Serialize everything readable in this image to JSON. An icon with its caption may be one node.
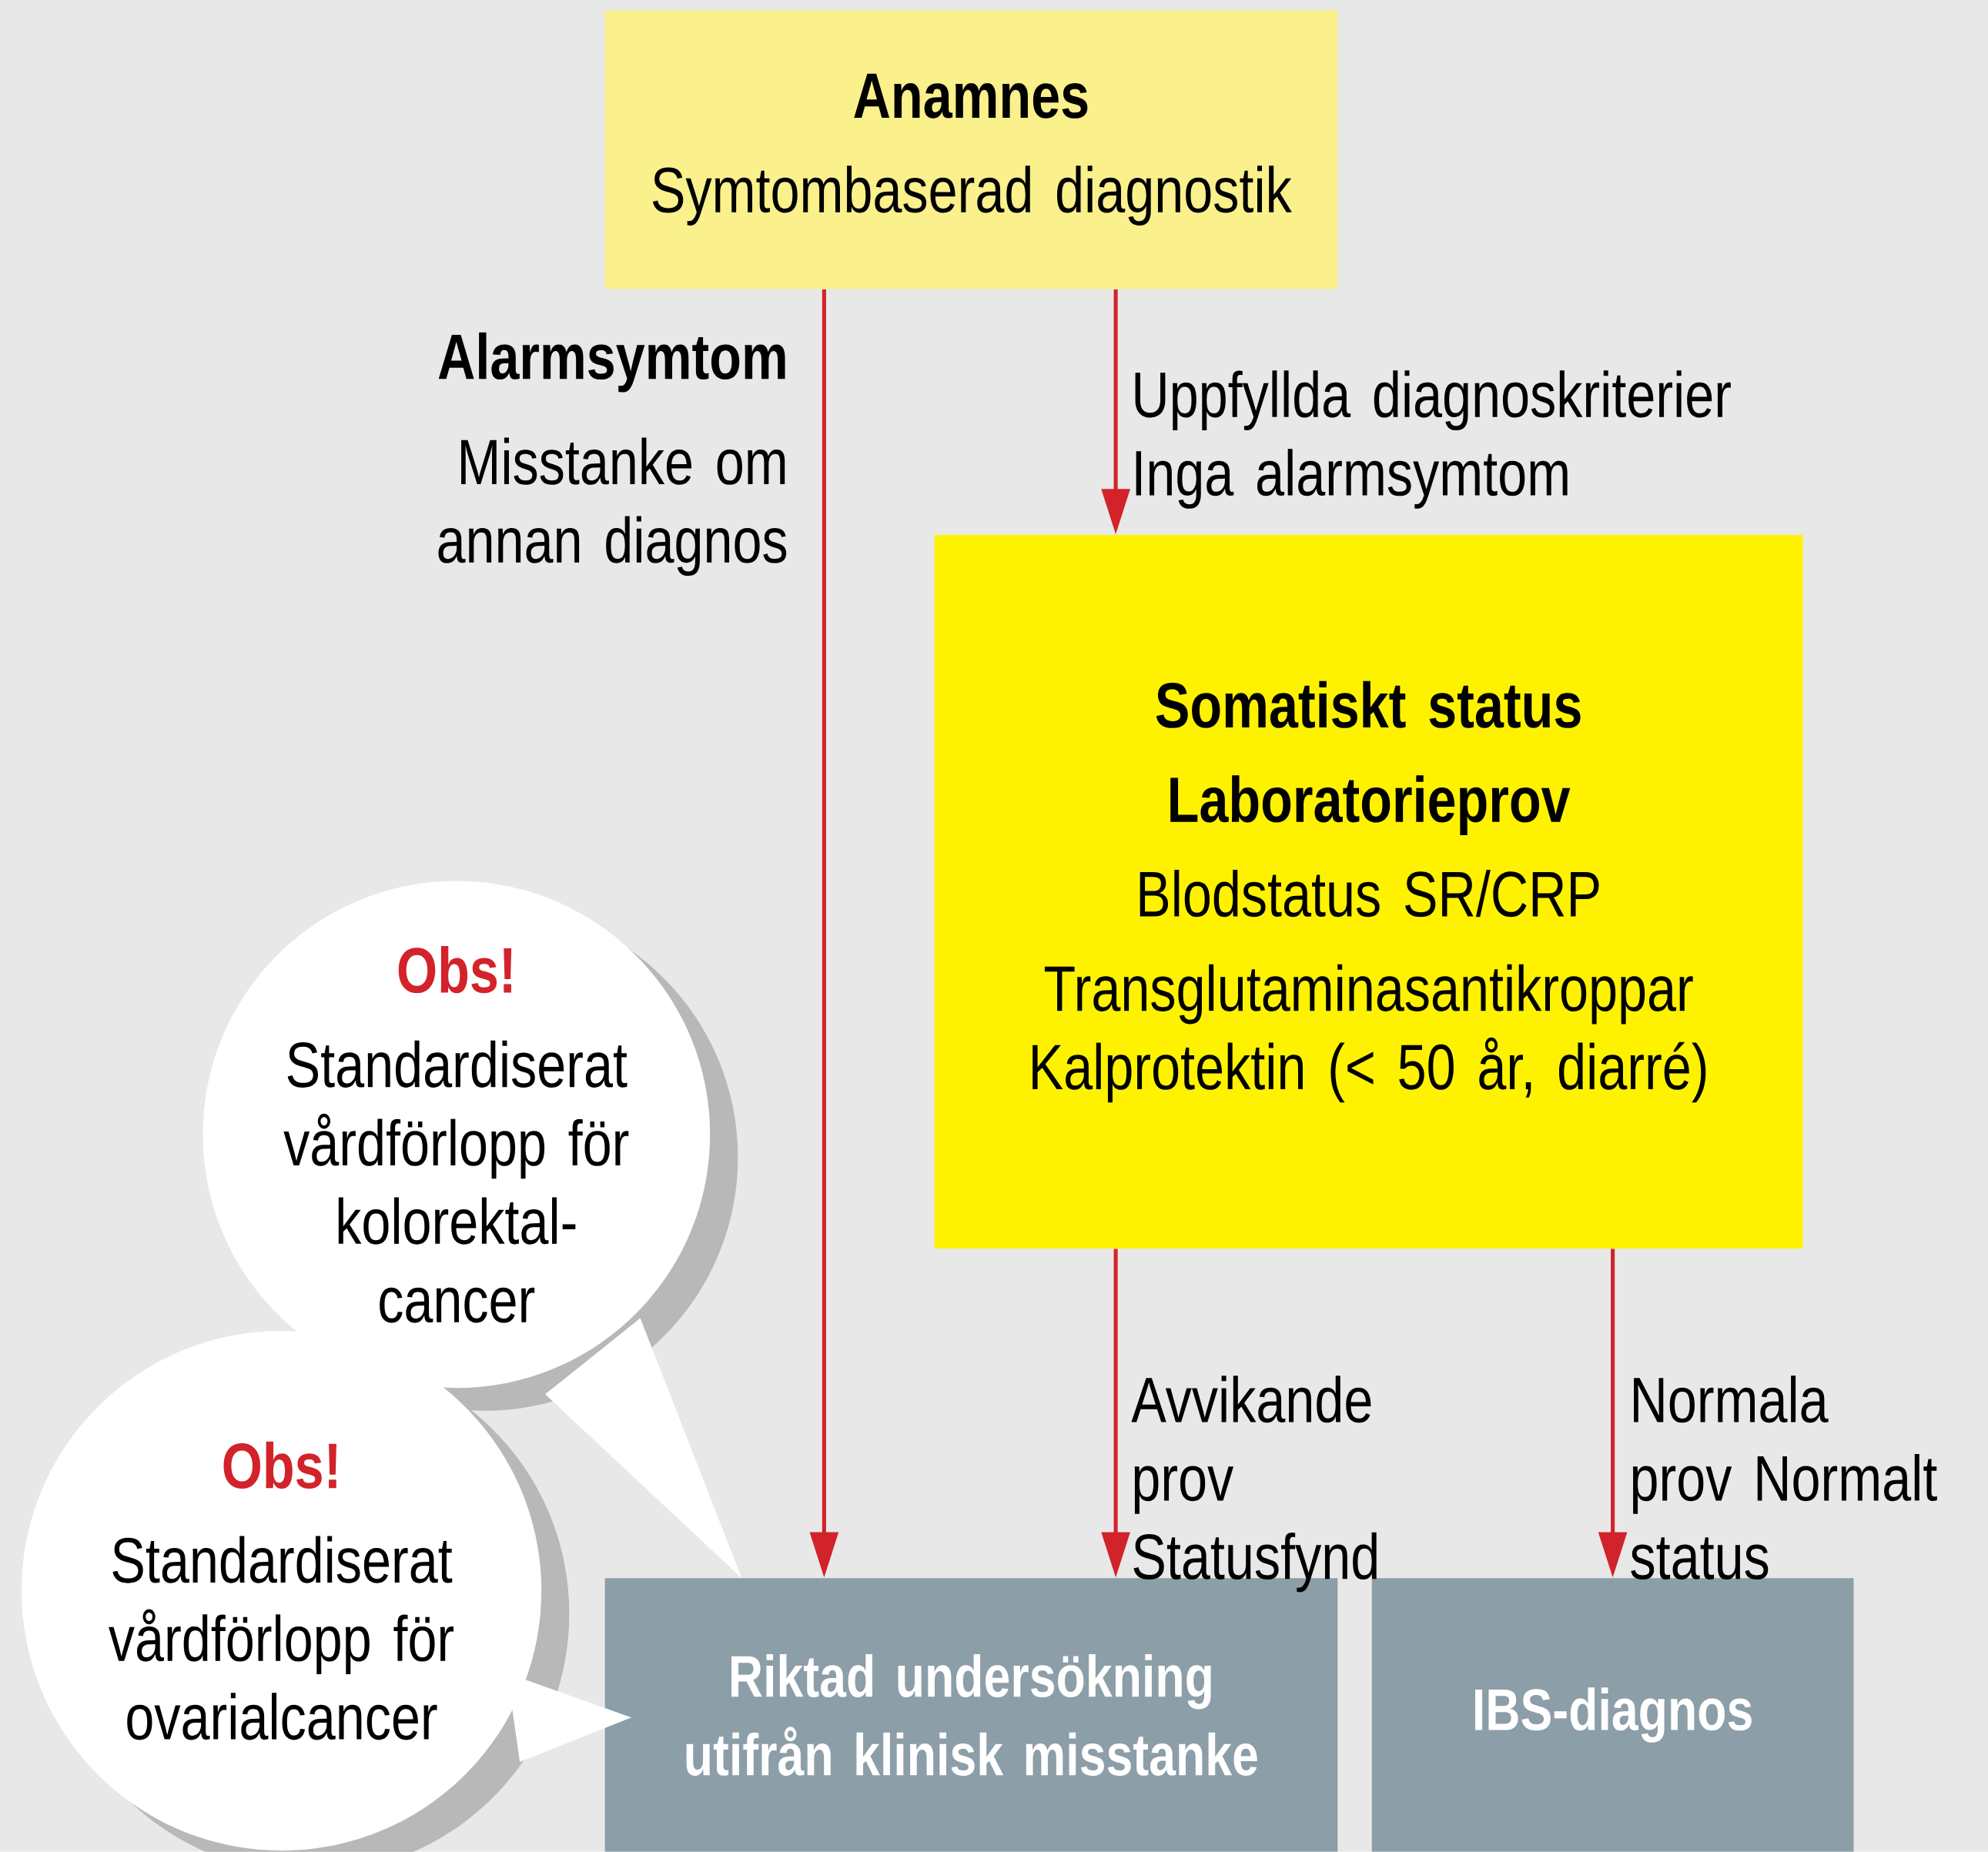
{
  "diagram": {
    "nodes": [
      {
        "text": [
          "Anamnes",
          "Symtombaserad diagnostik"
        ]
      },
      {
        "text": [
          "Somatiskt status",
          "Laboratorieprov",
          "Blodstatus SR/CRP",
          "Transglutaminasantikroppar Kalprotektin (< 50 år, diarré)"
        ]
      },
      {
        "text": [
          "Riktad undersökning utifrån klinisk misstanke"
        ]
      },
      {
        "text": [
          "IBS-diagnos"
        ]
      },
      {
        "text": [
          "Obs!",
          "Standardiserat vårdförlopp för kolorektal- cancer"
        ]
      },
      {
        "text": [
          "Obs!",
          "Standardiserat vårdförlopp för ovarialcancer"
        ]
      }
    ],
    "edges": [
      {
        "from": 0,
        "to": 2,
        "arrow": "to",
        "label": "Alarmsymtom"
      },
      {
        "from": 0,
        "to": 1,
        "arrow": "to",
        "label": "Uppfyllda diagnoskriterier Inga alarmsymtom"
      },
      {
        "from": 1,
        "to": 2,
        "arrow": "to",
        "label": "Avvikande prov Statusfynd"
      },
      {
        "from": 1,
        "to": 3,
        "arrow": "to",
        "label": "Normala prov Normalt status"
      }
    ],
    "labels": [
      "Misstanke om annan diagnos"
    ]
  }
}
